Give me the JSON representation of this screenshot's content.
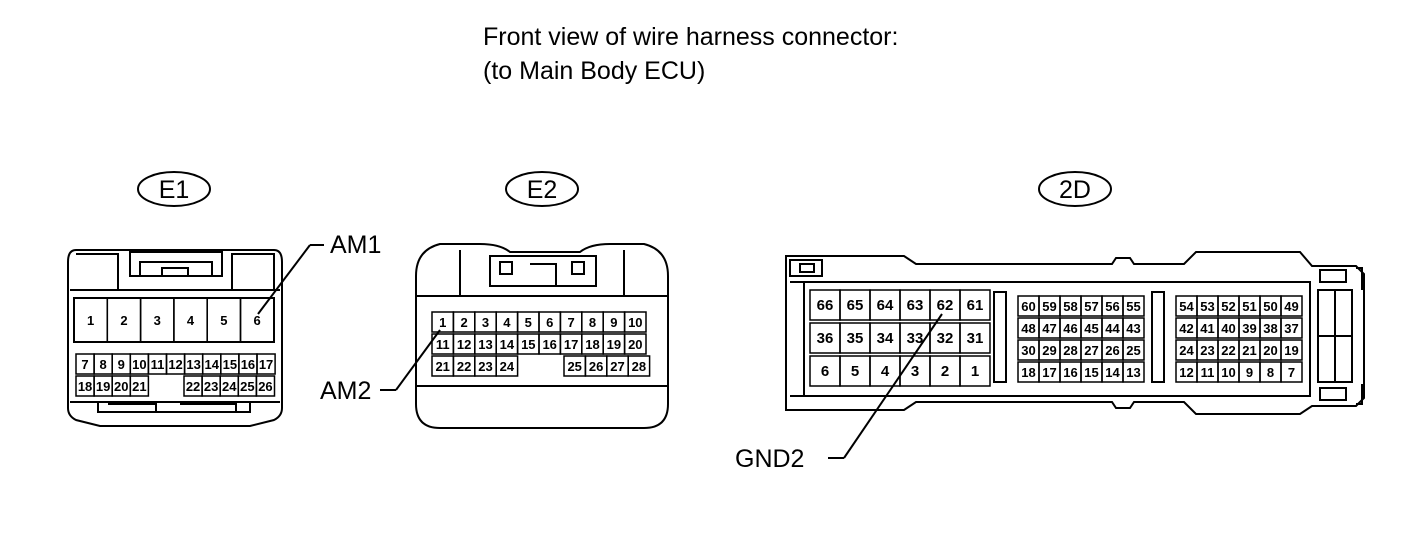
{
  "title": {
    "line1": "Front view of wire harness connector:",
    "line2": "(to Main Body ECU)"
  },
  "connectors": [
    {
      "id": "E1",
      "label": "E1"
    },
    {
      "id": "E2",
      "label": "E2"
    },
    {
      "id": "2D",
      "label": "2D"
    }
  ],
  "callouts": {
    "am1": "AM1",
    "am2": "AM2",
    "gnd2": "GND2"
  },
  "e1_pins": {
    "row1": [
      "1",
      "2",
      "3",
      "4",
      "5",
      "6"
    ],
    "row2": [
      "7",
      "8",
      "9",
      "10",
      "11",
      "12",
      "13",
      "14",
      "15",
      "16",
      "17"
    ],
    "row3a": [
      "18",
      "19",
      "20",
      "21"
    ],
    "row3b": [
      "22",
      "23",
      "24",
      "25",
      "26"
    ]
  },
  "e2_pins": {
    "row1": [
      "1",
      "2",
      "3",
      "4",
      "5",
      "6",
      "7",
      "8",
      "9",
      "10"
    ],
    "row2": [
      "11",
      "12",
      "13",
      "14",
      "15",
      "16",
      "17",
      "18",
      "19",
      "20"
    ],
    "row3a": [
      "21",
      "22",
      "23",
      "24"
    ],
    "row3b": [
      "25",
      "26",
      "27",
      "28"
    ]
  },
  "d2_pins": {
    "big_row1": [
      "66",
      "65",
      "64",
      "63",
      "62",
      "61"
    ],
    "big_row2": [
      "36",
      "35",
      "34",
      "33",
      "32",
      "31"
    ],
    "big_row3": [
      "6",
      "5",
      "4",
      "3",
      "2",
      "1"
    ],
    "mid_row1": [
      "60",
      "59",
      "58",
      "57",
      "56",
      "55"
    ],
    "mid_row2": [
      "48",
      "47",
      "46",
      "45",
      "44",
      "43"
    ],
    "mid_row3": [
      "30",
      "29",
      "28",
      "27",
      "26",
      "25"
    ],
    "mid_row4": [
      "18",
      "17",
      "16",
      "15",
      "14",
      "13"
    ],
    "right_row1": [
      "54",
      "53",
      "52",
      "51",
      "50",
      "49"
    ],
    "right_row2": [
      "42",
      "41",
      "40",
      "39",
      "38",
      "37"
    ],
    "right_row3": [
      "24",
      "23",
      "22",
      "21",
      "20",
      "19"
    ],
    "right_row4": [
      "12",
      "11",
      "10",
      "9",
      "8",
      "7"
    ]
  }
}
